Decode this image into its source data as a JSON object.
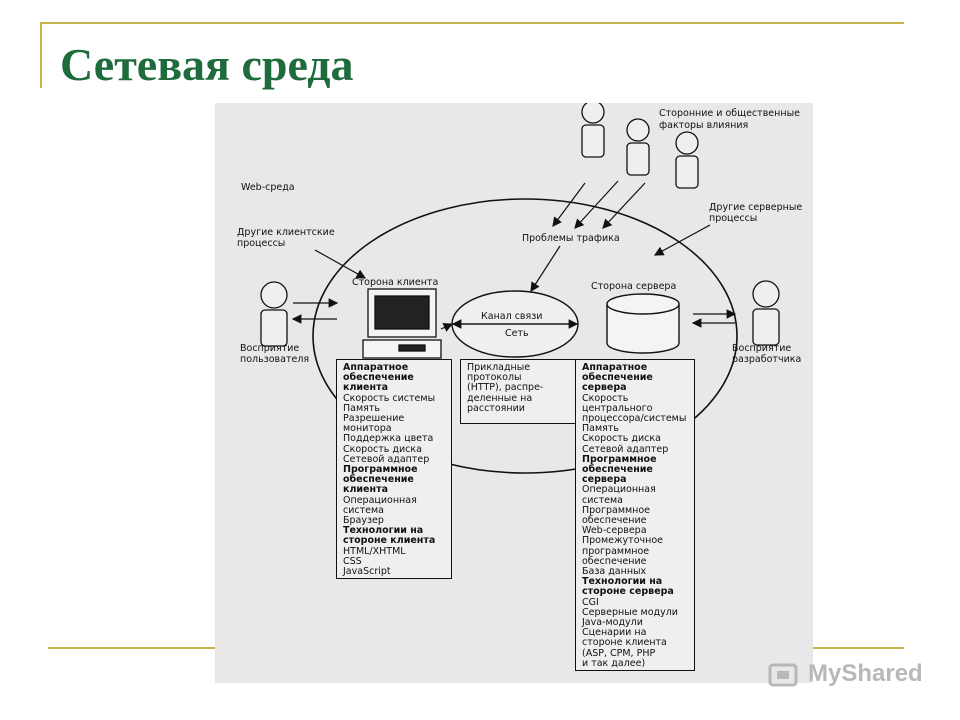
{
  "slide": {
    "title": "Сетевая среда"
  },
  "diagram": {
    "web_env": "Web-среда",
    "external_factors": [
      "Сторонние и общественные",
      "факторы влияния"
    ],
    "other_server": [
      "Другие серверные",
      "процессы"
    ],
    "other_client": [
      "Другие клиентские",
      "процессы"
    ],
    "traffic": "Проблемы трафика",
    "client_side": "Сторона клиента",
    "server_side": "Сторона сервера",
    "channel": "Канал связи",
    "network": "Сеть",
    "user_perception": [
      "Восприятие",
      "пользователя"
    ],
    "dev_perception": [
      "Восприятие",
      "разработчика"
    ],
    "client_box": [
      {
        "t": "Аппаратное",
        "b": true
      },
      {
        "t": "обеспечение",
        "b": true
      },
      {
        "t": "клиента",
        "b": true
      },
      {
        "t": "Скорость системы",
        "b": false
      },
      {
        "t": "Память",
        "b": false
      },
      {
        "t": "Разрешение",
        "b": false
      },
      {
        "t": "монитора",
        "b": false
      },
      {
        "t": "Поддержка цвета",
        "b": false
      },
      {
        "t": "Скорость диска",
        "b": false
      },
      {
        "t": "Сетевой адаптер",
        "b": false
      },
      {
        "t": "Программное",
        "b": true
      },
      {
        "t": "обеспечение",
        "b": true
      },
      {
        "t": "клиента",
        "b": true
      },
      {
        "t": "Операционная",
        "b": false
      },
      {
        "t": "система",
        "b": false
      },
      {
        "t": "Браузер",
        "b": false
      },
      {
        "t": "Технологии на",
        "b": true
      },
      {
        "t": "стороне клиента",
        "b": true
      },
      {
        "t": "HTML/XHTML",
        "b": false
      },
      {
        "t": "CSS",
        "b": false
      },
      {
        "t": "JavaScript",
        "b": false
      }
    ],
    "protocol_box": [
      "Прикладные",
      "протоколы",
      "(HTTP), распре-",
      "деленные на",
      "расстоянии"
    ],
    "server_box": [
      {
        "t": "Аппаратное",
        "b": true
      },
      {
        "t": "обеспечение",
        "b": true
      },
      {
        "t": "сервера",
        "b": true
      },
      {
        "t": "Скорость",
        "b": false
      },
      {
        "t": "центрального",
        "b": false
      },
      {
        "t": "процессора/системы",
        "b": false
      },
      {
        "t": "Память",
        "b": false
      },
      {
        "t": "Скорость диска",
        "b": false
      },
      {
        "t": "Сетевой адаптер",
        "b": false
      },
      {
        "t": "Программное",
        "b": true
      },
      {
        "t": "обеспечение",
        "b": true
      },
      {
        "t": "сервера",
        "b": true
      },
      {
        "t": "Операционная",
        "b": false
      },
      {
        "t": "система",
        "b": false
      },
      {
        "t": "Программное",
        "b": false
      },
      {
        "t": "обеспечение",
        "b": false
      },
      {
        "t": "Web-сервера",
        "b": false
      },
      {
        "t": "Промежуточное",
        "b": false
      },
      {
        "t": "программное",
        "b": false
      },
      {
        "t": "обеспечение",
        "b": false
      },
      {
        "t": "База данных",
        "b": false
      },
      {
        "t": "Технологии на",
        "b": true
      },
      {
        "t": "стороне сервера",
        "b": true
      },
      {
        "t": "CGI",
        "b": false
      },
      {
        "t": "Серверные модули",
        "b": false
      },
      {
        "t": "Java-модули",
        "b": false
      },
      {
        "t": "Сценарии на",
        "b": false
      },
      {
        "t": "стороне клиента",
        "b": false
      },
      {
        "t": "(ASP, CPM, PHP",
        "b": false
      },
      {
        "t": "и так далее)",
        "b": false
      }
    ]
  },
  "watermark": {
    "text": "MyShared"
  },
  "colors": {
    "title": "#1e6b3c",
    "accent_line": "#c8b44c"
  }
}
